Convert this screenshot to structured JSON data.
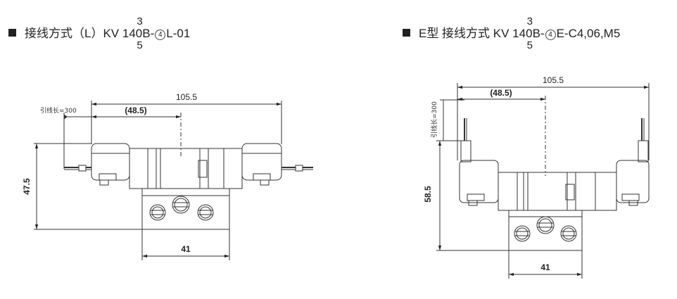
{
  "left": {
    "title_prefix": "接线方式（L）KV 1",
    "title_sup": "3",
    "title_mid": "4",
    "title_sub": "5",
    "title_after": "0B-",
    "title_circled": "4",
    "title_suffix": "L-01",
    "dim_total": "105.5",
    "dim_half": "(48.5)",
    "dim_height": "47.5",
    "dim_base": "41",
    "lead_note": "引线长=300"
  },
  "right": {
    "title_prefix": "E型 接线方式 KV 1",
    "title_sup": "3",
    "title_mid": "4",
    "title_sub": "5",
    "title_after": "0B-",
    "title_circled": "4",
    "title_suffix": "E-C4,06,M5",
    "dim_total": "105.5",
    "dim_half": "(48.5)",
    "dim_height": "58.5",
    "dim_base": "41",
    "lead_note": "引线长=300"
  }
}
